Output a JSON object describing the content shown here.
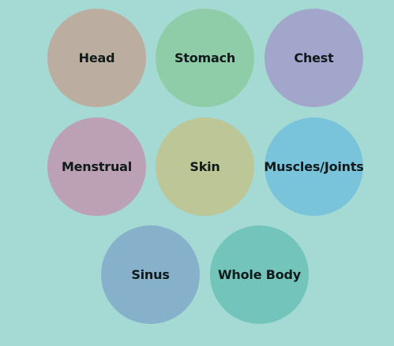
{
  "screen": {
    "background": "#a4d9d4"
  },
  "body_areas": [
    {
      "label": "Head",
      "color": "#bcada1"
    },
    {
      "label": "Stomach",
      "color": "#8fcda9"
    },
    {
      "label": "Chest",
      "color": "#a2a6ca"
    },
    {
      "label": "Menstrual",
      "color": "#bca1b4"
    },
    {
      "label": "Skin",
      "color": "#bdc696"
    },
    {
      "label": "Muscles/Joints",
      "color": "#7ac4db"
    },
    {
      "label": "Sinus",
      "color": "#87b0cb"
    },
    {
      "label": "Whole Body",
      "color": "#73c5bb"
    }
  ]
}
